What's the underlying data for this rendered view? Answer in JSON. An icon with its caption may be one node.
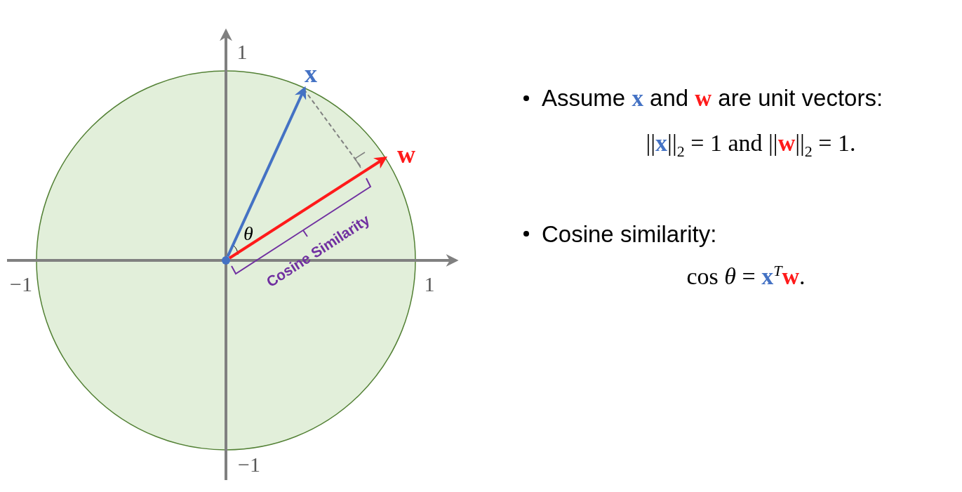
{
  "diagram": {
    "nodes": [
      {
        "text": [],
        "shape": "circle"
      },
      {
        "text": [
          "x"
        ]
      },
      {
        "text": [
          "w"
        ]
      }
    ],
    "edges": [
      {
        "from": 0,
        "to": 1,
        "arrow": "to",
        "color": "#4472c4"
      },
      {
        "from": 0,
        "to": 2,
        "arrow": "to",
        "color": "#ff1a1a"
      }
    ],
    "labels": [
      "1",
      "−1",
      "1",
      "−1",
      "θ",
      "Cosine Similarity",
      "Assume **x** and **w** are unit vectors:",
      "||**x**||$_{2}$ = 1 and ||**w**||$_{2}$ = 1.",
      "Cosine similarity:",
      "cos *θ* = **x**$^{T}$**w**."
    ]
  }
}
